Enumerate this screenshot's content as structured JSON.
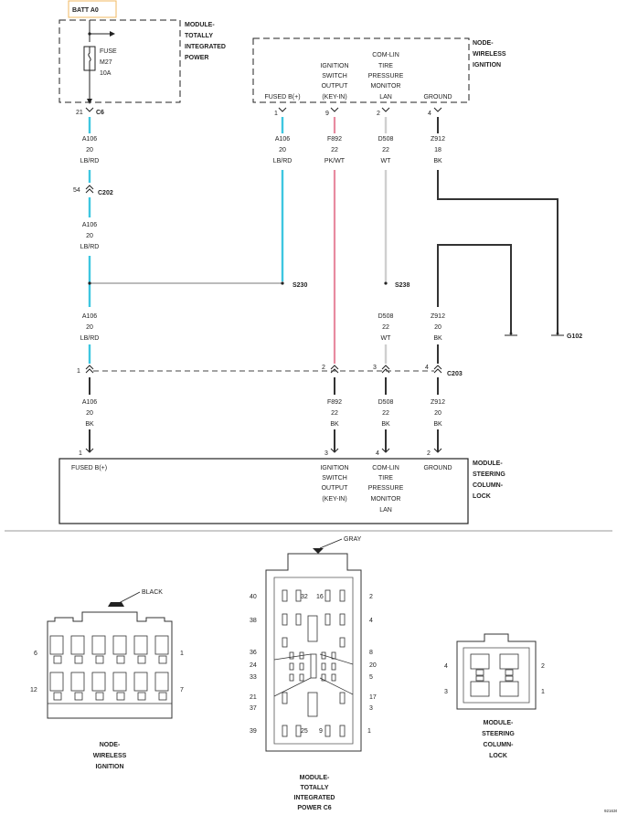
{
  "source": {
    "label": "BATT A0"
  },
  "tipm": {
    "title_lines": [
      "MODULE-",
      "TOTALLY",
      "INTEGRATED",
      "POWER"
    ],
    "fuse_lines": [
      "FUSE",
      "M27",
      "10A"
    ],
    "connector": "C6",
    "pin": "21"
  },
  "node_wireless": {
    "title_lines": [
      "NODE-",
      "WIRELESS",
      "IGNITION"
    ],
    "pins": [
      {
        "label_lines": [
          "FUSED B(+)"
        ],
        "pin": "1"
      },
      {
        "label_lines": [
          "IGNITION",
          "SWITCH",
          "OUTPUT",
          "(KEY-IN)"
        ],
        "pin": "9"
      },
      {
        "label_lines": [
          "COM-LIN",
          "TIRE",
          "PRESSURE",
          "MONITOR",
          "LAN"
        ],
        "pin": "2"
      },
      {
        "label_lines": [
          "GROUND"
        ],
        "pin": "4"
      }
    ]
  },
  "wires": {
    "a106_top": [
      "A106",
      "20",
      "LB/RD"
    ],
    "c202": {
      "name": "C202",
      "pin": "54"
    },
    "a106_mid": [
      "A106",
      "20",
      "LB/RD"
    ],
    "a106_low": [
      "A106",
      "20",
      "LB/RD"
    ],
    "a106_bottom": [
      "A106",
      "20",
      "BK"
    ],
    "a106_node": [
      "A106",
      "20",
      "LB/RD"
    ],
    "f892_top": [
      "F892",
      "22",
      "PK/WT"
    ],
    "f892_bottom": [
      "F892",
      "22",
      "BK"
    ],
    "d508_top": [
      "D508",
      "22",
      "WT"
    ],
    "d508_mid": [
      "D508",
      "22",
      "WT"
    ],
    "d508_bottom": [
      "D508",
      "22",
      "BK"
    ],
    "z912_top": [
      "Z912",
      "18",
      "BK"
    ],
    "z912_mid": [
      "Z912",
      "20",
      "BK"
    ],
    "z912_bottom": [
      "Z912",
      "20",
      "BK"
    ]
  },
  "splices": {
    "s230": "S230",
    "s238": "S238"
  },
  "ground": "G102",
  "c203": {
    "name": "C203",
    "pins": [
      "1",
      "2",
      "3",
      "4"
    ]
  },
  "steering": {
    "title_lines": [
      "MODULE-",
      "STEERING",
      "COLUMN-",
      "LOCK"
    ],
    "pins": [
      {
        "label_lines": [
          "FUSED B(+)"
        ],
        "pin": "1"
      },
      {
        "label_lines": [
          "IGNITION",
          "SWITCH",
          "OUTPUT",
          "(KEY-IN)"
        ],
        "pin": "3"
      },
      {
        "label_lines": [
          "COM-LIN",
          "TIRE",
          "PRESSURE",
          "MONITOR",
          "LAN"
        ],
        "pin": "4"
      },
      {
        "label_lines": [
          "GROUND"
        ],
        "pin": "2"
      }
    ]
  },
  "views": {
    "wireless": {
      "color": "BLACK",
      "pins": [
        "6",
        "1",
        "12",
        "7"
      ],
      "title_lines": [
        "NODE-",
        "WIRELESS",
        "IGNITION"
      ]
    },
    "tipm_c6": {
      "color": "GRAY",
      "pins": [
        "40",
        "32",
        "16",
        "2",
        "38",
        "4",
        "36",
        "8",
        "24",
        "20",
        "33",
        "5",
        "21",
        "17",
        "37",
        "3",
        "39",
        "25",
        "9",
        "1"
      ],
      "title_lines": [
        "MODULE-",
        "TOTALLY",
        "INTEGRATED",
        "POWER C6"
      ]
    },
    "steering": {
      "pins": [
        "4",
        "2",
        "3",
        "1"
      ],
      "title_lines": [
        "MODULE-",
        "STEERING",
        "COLUMN-",
        "LOCK"
      ]
    }
  },
  "corner_id": "921636"
}
